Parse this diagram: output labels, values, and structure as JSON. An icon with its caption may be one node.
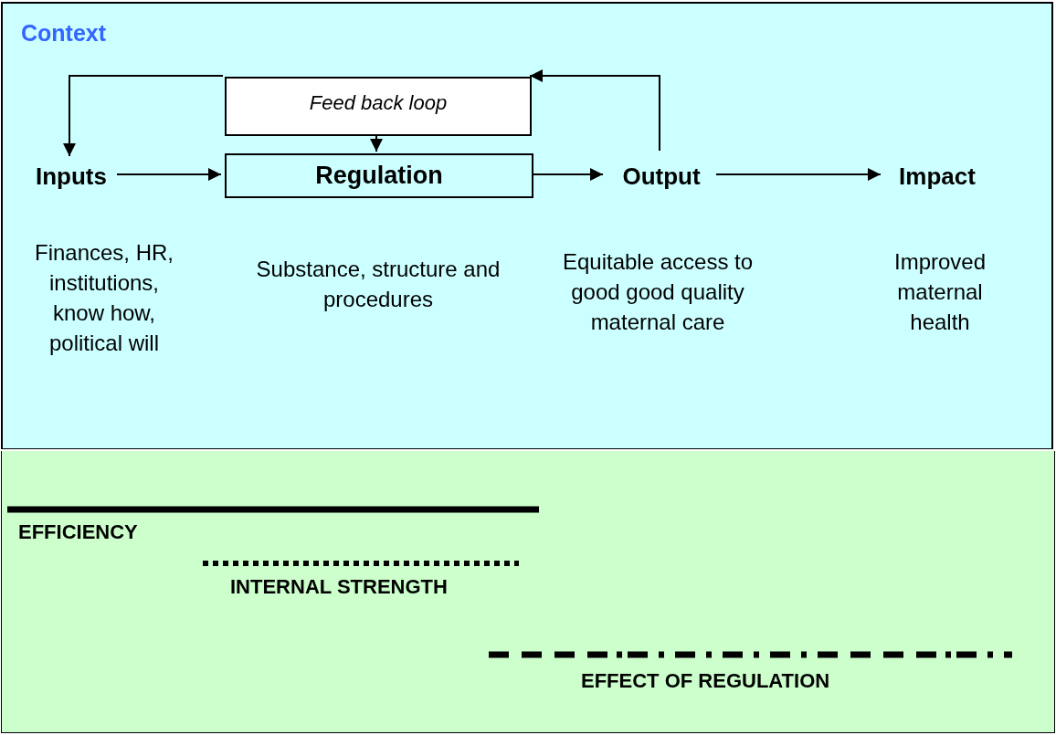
{
  "diagram": {
    "nodes": [
      {
        "text": [
          "Context"
        ]
      },
      {
        "text": [
          "Feed back loop"
        ],
        "in": 0
      },
      {
        "text": [
          "Inputs"
        ],
        "in": 0,
        "beside": [
          "Finances, HR, institutions, know how, political will"
        ]
      },
      {
        "text": [
          "Regulation"
        ],
        "in": 0,
        "beside": [
          "Substance, structure and procedures"
        ]
      },
      {
        "text": [
          "Output"
        ],
        "in": 0,
        "beside": [
          "Equitable access to good good quality maternal care"
        ]
      },
      {
        "text": [
          "Impact"
        ],
        "in": 0,
        "beside": [
          "Improved maternal health"
        ]
      }
    ],
    "edges": [
      {
        "from": 2,
        "to": 3,
        "arrow": "to"
      },
      {
        "from": 3,
        "to": 4,
        "arrow": "to"
      },
      {
        "from": 4,
        "to": 5,
        "arrow": "to"
      },
      {
        "from": 4,
        "to": 1,
        "arrow": "to"
      },
      {
        "from": 1,
        "to": 2,
        "arrow": "to"
      },
      {
        "from": 1,
        "to": 3,
        "arrow": "to"
      }
    ],
    "labels": [
      "EFFICIENCY",
      "INTERNAL STRENGTH",
      "EFFECT OF REGULATION"
    ]
  }
}
